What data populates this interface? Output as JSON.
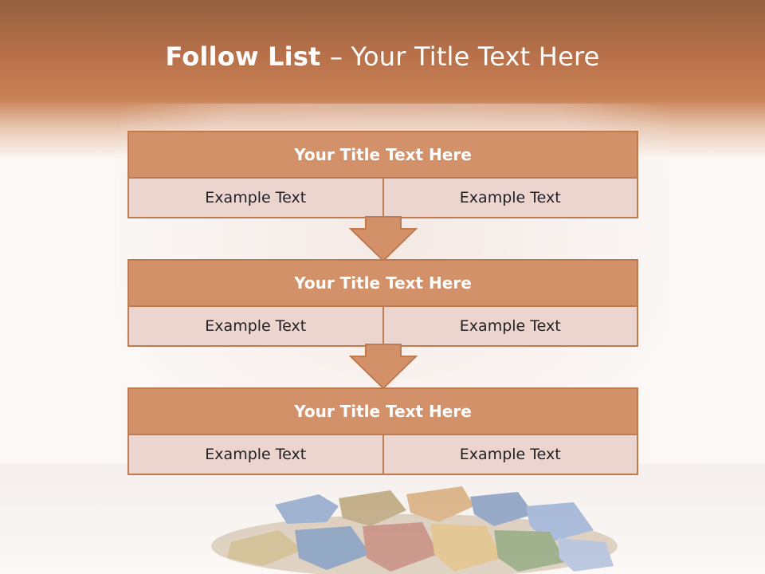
{
  "title": {
    "bold": "Follow List ",
    "rest": " – Your Title Text Here"
  },
  "steps": [
    {
      "title": "Your Title Text Here",
      "left": "Example Text",
      "right": "Example Text"
    },
    {
      "title": "Your Title Text Here",
      "left": "Example Text",
      "right": "Example Text"
    },
    {
      "title": "Your Title Text Here",
      "left": "Example Text",
      "right": "Example Text"
    }
  ],
  "colors": {
    "header": "#c07a4f",
    "box_title": "#d3916a",
    "box_row": "#ebd5ce",
    "border": "#c07a4f"
  }
}
